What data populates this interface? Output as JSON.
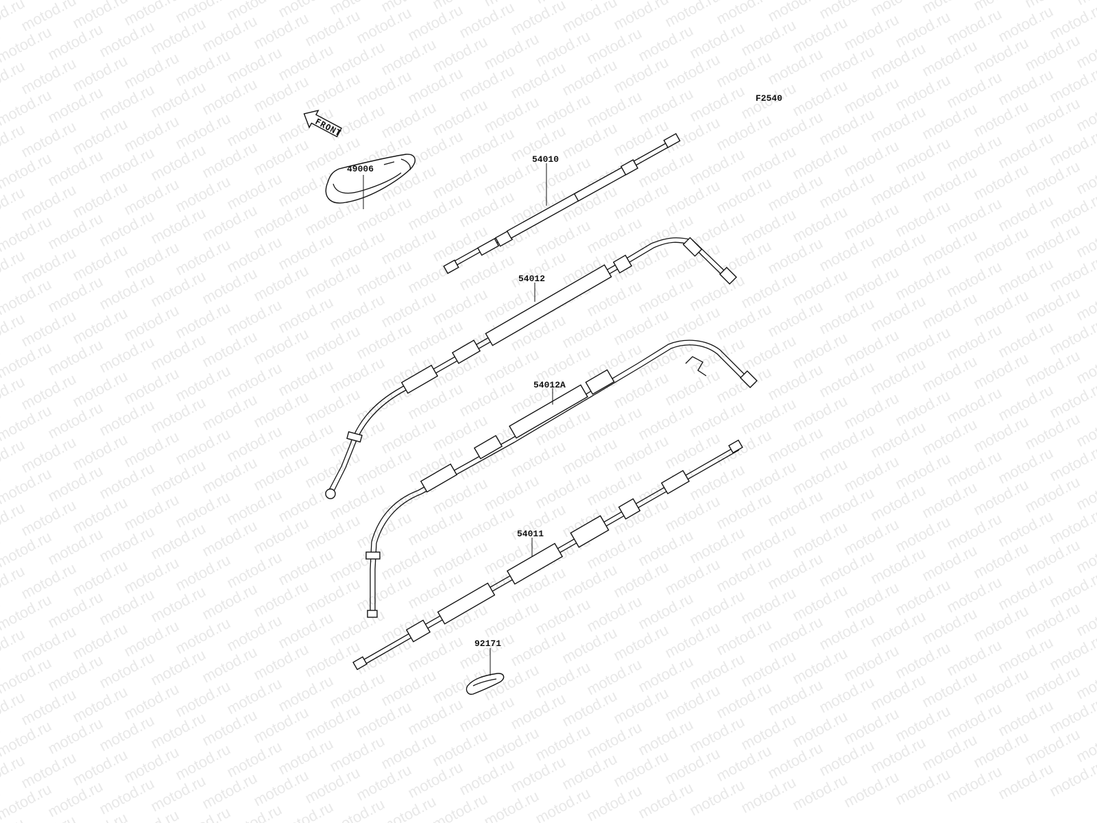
{
  "diagram": {
    "code": "F2540",
    "direction_label": "FRONT",
    "watermark": "motod.ru",
    "parts": [
      {
        "number": "49006"
      },
      {
        "number": "54010"
      },
      {
        "number": "54012"
      },
      {
        "number": "54012A"
      },
      {
        "number": "54011"
      },
      {
        "number": "92171"
      }
    ]
  }
}
